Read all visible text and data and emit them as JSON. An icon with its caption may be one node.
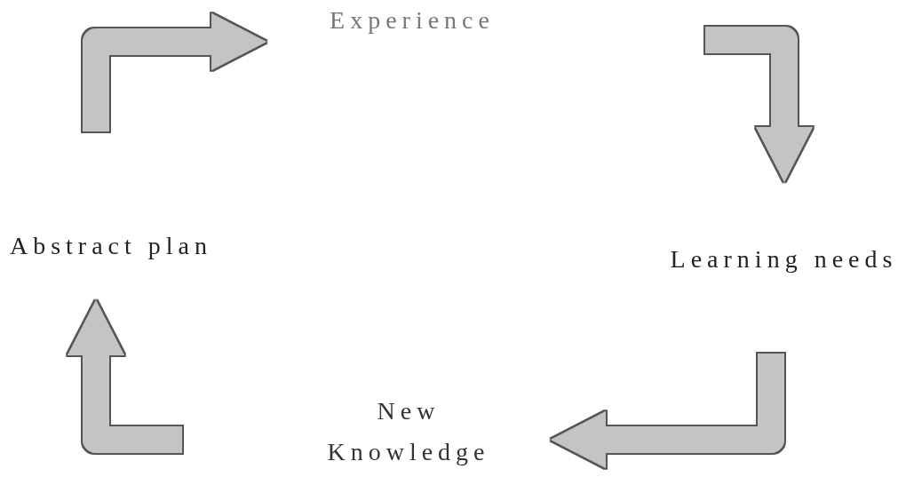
{
  "diagram": {
    "nodes": [
      {
        "text": [
          "Experience"
        ]
      },
      {
        "text": [
          "Learning needs"
        ]
      },
      {
        "text": [
          "New Knowledge"
        ]
      },
      {
        "text": [
          "Abstract plan"
        ]
      }
    ],
    "edges": [
      {
        "from": null,
        "to": 1,
        "arrow": "to"
      },
      {
        "from": null,
        "to": 2,
        "arrow": "to"
      },
      {
        "from": null,
        "to": 3,
        "arrow": "to"
      },
      {
        "from": null,
        "to": 0,
        "arrow": "to"
      }
    ]
  }
}
